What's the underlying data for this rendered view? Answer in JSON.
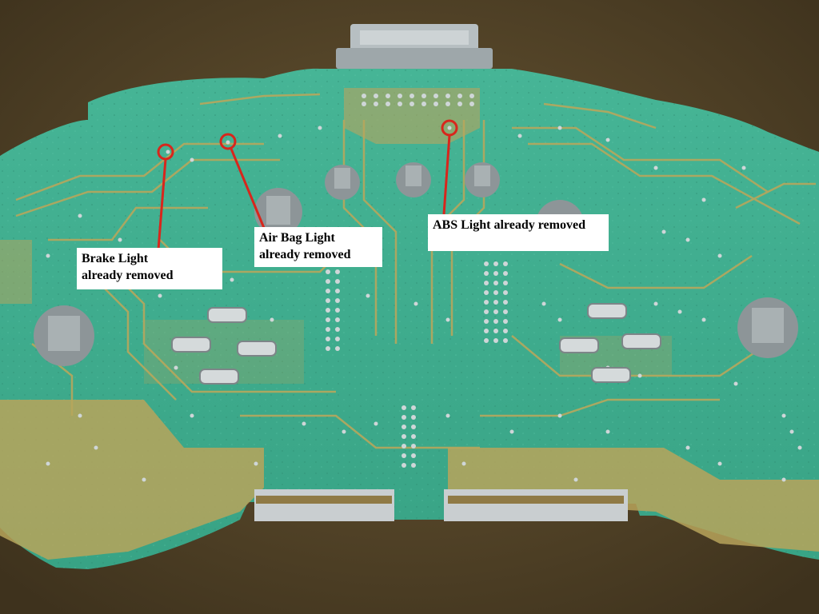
{
  "annotations": {
    "brake": {
      "line1": "Brake Light",
      "line2": "already removed"
    },
    "airbag": {
      "line1": "Air Bag Light",
      "line2": "already removed"
    },
    "abs": {
      "line1": "ABS Light already removed"
    }
  },
  "colors": {
    "background": "#5a4a2e",
    "board": "#3aa88a",
    "trace": "#b8a15a",
    "marker": "#d8261c",
    "label_bg": "#ffffff"
  }
}
